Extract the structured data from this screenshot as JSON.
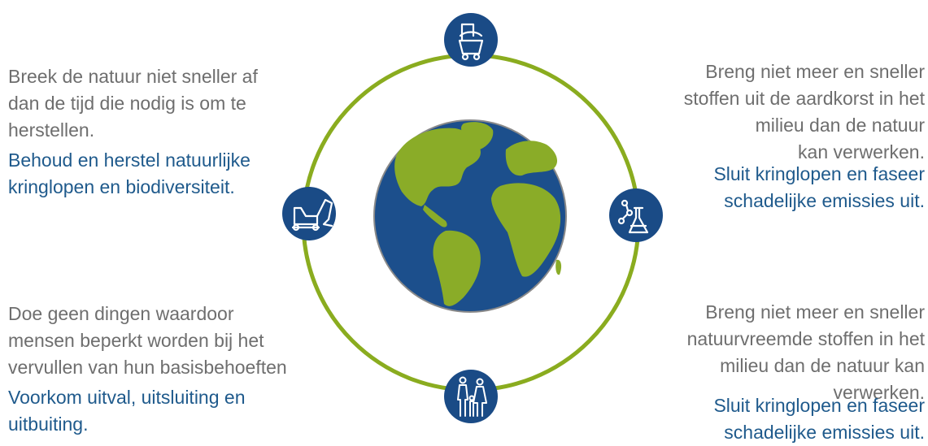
{
  "colors": {
    "ring": "#8aac1f",
    "icon_circle": "#1a4b86",
    "ocean": "#1c4f8c",
    "land": "#8aac28",
    "principle_text": "#6e6e6e",
    "action_text": "#1f5a8c"
  },
  "principles": {
    "top_left": {
      "principle": [
        "Breek de natuur niet sneller af",
        "dan de tijd die nodig is om te",
        "herstellen."
      ],
      "action": [
        "Behoud en herstel natuurlijke",
        "kringlopen en biodiversiteit."
      ],
      "icon": "excavator-icon"
    },
    "top_right": {
      "principle": [
        "Breng niet meer en sneller",
        "stoffen uit de aardkorst in het",
        "milieu dan de natuur",
        "kan verwerken."
      ],
      "action": [
        "Sluit kringlopen en faseer",
        "schadelijke emissies uit."
      ],
      "icon": "chemistry-flask-icon"
    },
    "bottom_left": {
      "principle": [
        "Doe geen dingen waardoor",
        "mensen beperkt worden bij het",
        "vervullen van hun basisbehoeften"
      ],
      "action": [
        "Voorkom uitval, uitsluiting en",
        "uitbuiting."
      ],
      "icon": "family-icon"
    },
    "bottom_right": {
      "principle": [
        "Breng niet meer en sneller",
        "natuurvreemde stoffen in het",
        "milieu dan de natuur kan",
        "verwerken."
      ],
      "action": [
        "Sluit kringlopen en faseer",
        "schadelijke emissies uit."
      ],
      "icon": "mining-cart-icon"
    }
  }
}
